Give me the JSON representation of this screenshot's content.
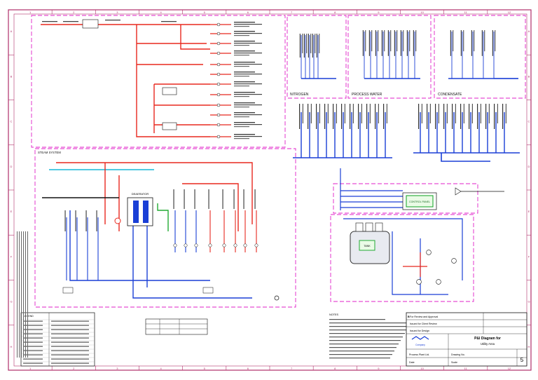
{
  "colors": {
    "border": "#b0306a",
    "zone_dash": "#e020c8",
    "steam_red": "#e8281e",
    "water_blue": "#1a3fd6",
    "cyan": "#19b8d8",
    "green": "#22aa33",
    "black": "#111111",
    "grey": "#555555"
  },
  "icons": [
    "valve-icon",
    "pump-icon",
    "instrument-bubble-icon",
    "tank-icon",
    "vendor-logo-icon"
  ],
  "sections": {
    "nitrogen": "NITROGEN",
    "process_water": "PROCESS WATER",
    "condensate": "CONDENSATE",
    "steam_system": "STEAM SYSTEM"
  },
  "grid": {
    "cols": [
      "1",
      "2",
      "3",
      "4",
      "5",
      "6",
      "7",
      "8",
      "9",
      "10",
      "11",
      "12"
    ],
    "rows": [
      "A",
      "B",
      "C",
      "D",
      "E",
      "F",
      "G",
      "H"
    ]
  },
  "revisions": [
    {
      "rev": "B",
      "desc": "For Review and Approval"
    },
    {
      "rev": "A",
      "desc": "Issued for Client Review"
    },
    {
      "rev": "0",
      "desc": "Issued for Design"
    }
  ],
  "title_block": {
    "title_line1": "P&I Diagram for",
    "title_line2": "Utility Area",
    "company": "Process Plant Ltd.",
    "drawing_no": "Drawing No.",
    "sheet": "5",
    "date": "Date",
    "scale": "Scale",
    "logo_text": "Company"
  },
  "left_notes_header": "LEGEND",
  "notes_header": "NOTES",
  "equipment": {
    "deaerator": "DEAERATOR",
    "panel": "CONTROL PANEL",
    "tank_label": "TANK"
  }
}
